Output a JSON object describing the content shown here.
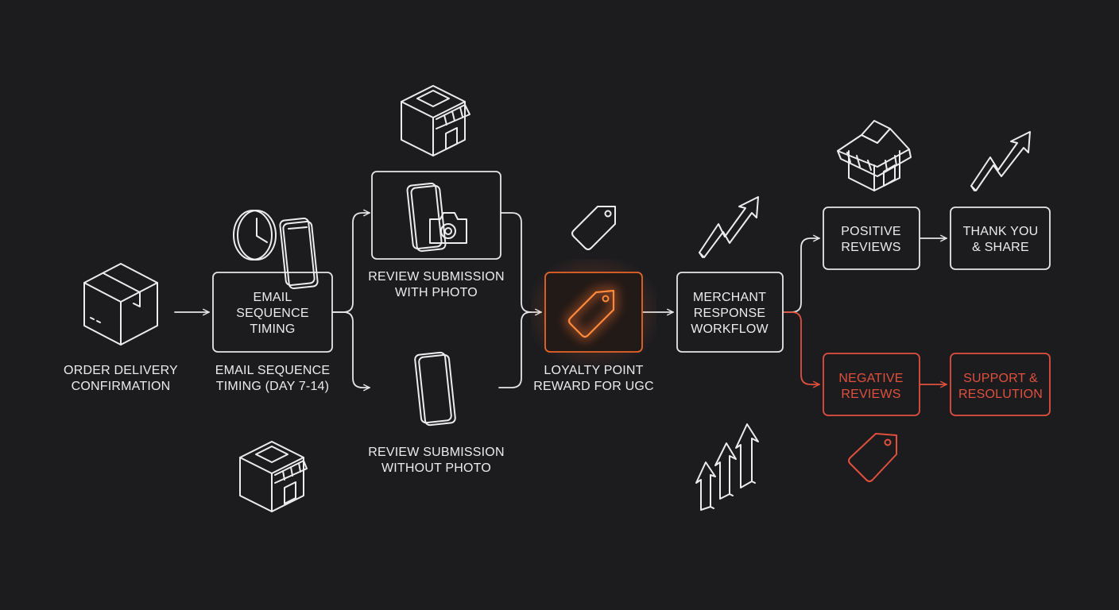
{
  "colors": {
    "background": "#1c1c1f",
    "line": "#e6e6e6",
    "accent_orange": "#e8662a",
    "negative_red": "#e0503d"
  },
  "nodes": {
    "order_delivery": {
      "line1": "ORDER DELIVERY",
      "line2": "CONFIRMATION",
      "icon": "package-box-icon"
    },
    "email_sequence": {
      "box_line1": "EMAIL",
      "box_line2": "SEQUENCE",
      "box_line3": "TIMING",
      "caption_line1": "EMAIL SEQUENCE",
      "caption_line2": "TIMING (DAY 7-14)",
      "icons": [
        "clock-icon",
        "smartphone-icon",
        "storefront-icon"
      ]
    },
    "review_with_photo": {
      "line1": "REVIEW SUBMISSION",
      "line2": "WITH PHOTO",
      "icons": [
        "storefront-icon",
        "smartphone-camera-icon"
      ]
    },
    "review_without_photo": {
      "line1": "REVIEW SUBMISSION",
      "line2": "WITHOUT PHOTO",
      "icon": "smartphone-icon"
    },
    "loyalty_reward": {
      "line1": "LOYALTY POINT",
      "line2": "REWARD FOR UGC",
      "icons": [
        "price-tag-icon",
        "price-tag-glow-icon"
      ]
    },
    "merchant_response": {
      "line1": "MERCHANT",
      "line2": "RESPONSE",
      "line3": "WORKFLOW",
      "icons": [
        "trend-arrow-icon",
        "bar-growth-arrows-icon"
      ]
    },
    "positive_reviews": {
      "line1": "POSITIVE",
      "line2": "REVIEWS",
      "icon": "storefront-icon"
    },
    "thank_you_share": {
      "line1": "THANK YOU",
      "line2": "& SHARE",
      "icon": "trend-arrow-icon"
    },
    "negative_reviews": {
      "line1": "NEGATIVE",
      "line2": "REVIEWS",
      "icon": "price-tag-red-icon"
    },
    "support_resolution": {
      "line1": "SUPPORT &",
      "line2": "RESOLUTION"
    }
  }
}
